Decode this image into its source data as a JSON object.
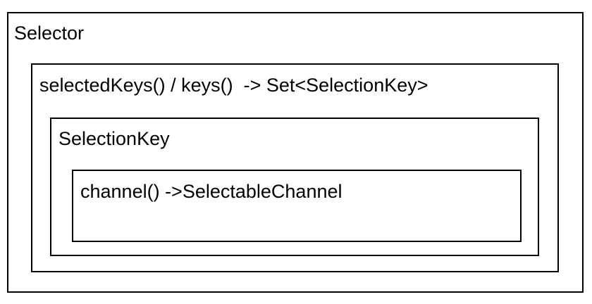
{
  "diagram": {
    "selector": {
      "label": "Selector"
    },
    "keys": {
      "label": "selectedKeys() / keys()  -> Set<SelectionKey>"
    },
    "selection_key": {
      "label": "SelectionKey"
    },
    "channel": {
      "label": "channel() ->SelectableChannel"
    }
  },
  "colors": {
    "border": "#000000",
    "background": "#ffffff",
    "text": "#000000"
  }
}
